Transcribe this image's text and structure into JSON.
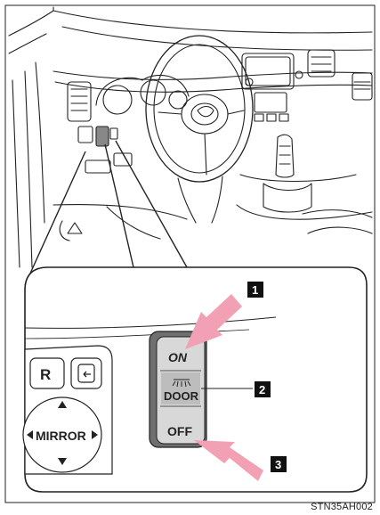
{
  "switch": {
    "on_label": "ON",
    "door_label": "DOOR",
    "off_label": "OFF"
  },
  "mirror_panel": {
    "r_label": "R",
    "mirror_label": "MIRROR"
  },
  "callouts": [
    "1",
    "2",
    "3"
  ],
  "caption": "STN35AH002",
  "colors": {
    "arrow_pink": "#f2a0b4",
    "callout_box": "#111111",
    "switch_gray": "#c9c9c9",
    "line": "#222222"
  }
}
